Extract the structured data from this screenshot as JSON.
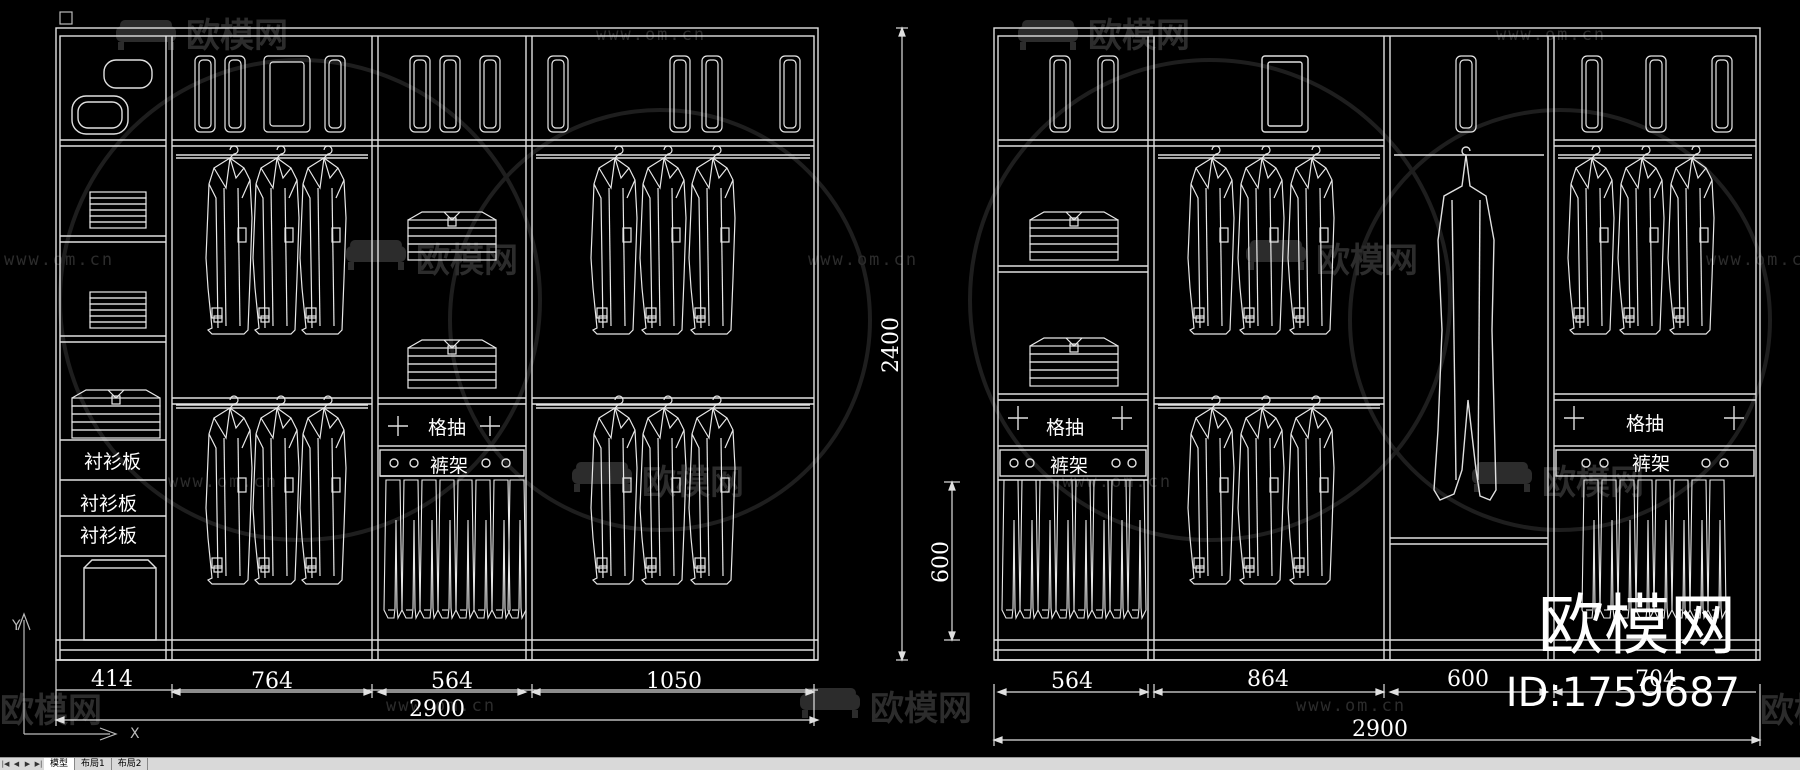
{
  "watermark": {
    "brand": "欧模网",
    "url": "www.om.cn"
  },
  "id_badge": {
    "brand": "欧模网",
    "id": "ID:1759687"
  },
  "left_elevation": {
    "height_dim": "2400",
    "column_widths": [
      "414",
      "764",
      "564",
      "1050"
    ],
    "total_width": "2900",
    "labels": {
      "shirt_board_1": "衬衫板",
      "shirt_board_2": "衬衫板",
      "shirt_board_3": "衬衫板",
      "grid_drawer": "格抽",
      "trouser_rack": "裤架"
    }
  },
  "right_elevation": {
    "sub_height_dim": "600",
    "column_widths": [
      "564",
      "864",
      "600",
      "704"
    ],
    "total_width": "2900",
    "labels": {
      "grid_drawer_1": "格抽",
      "trouser_rack_1": "裤架",
      "grid_drawer_2": "格抽",
      "trouser_rack_2": "裤架"
    }
  },
  "axis": {
    "x": "X",
    "y": "Y"
  },
  "tabs": [
    "模型",
    "布局1",
    "布局2"
  ]
}
